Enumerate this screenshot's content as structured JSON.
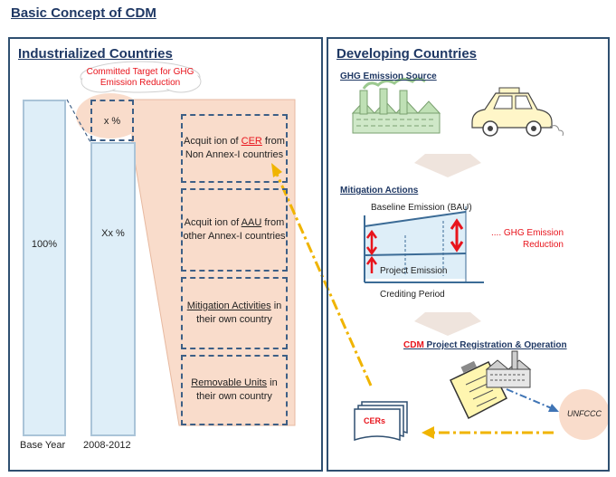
{
  "title": "Basic Concept of CDM",
  "left_panel": {
    "title": "Industrialized Countries",
    "target_label": "Committed Target for GHG Emission Reduction",
    "base_bar_label": "100%",
    "target_bar_label": "Xx %",
    "reduction_label": "x %",
    "base_year_label": "Base Year",
    "period_label": "2008-2012",
    "options": [
      {
        "pre": "Acquit ion of ",
        "key": "CER",
        "post": " from  Non Annex-I countries"
      },
      {
        "pre": "Acquit ion of  ",
        "key": "AAU",
        "post": " from other Annex-I countries"
      },
      {
        "pre": "",
        "key": "Mitigation Activities",
        "post": " in their own country"
      },
      {
        "pre": "",
        "key": "Removable Units",
        "post": " in their own country"
      }
    ]
  },
  "right_panel": {
    "title": "Developing Countries",
    "ghg_source_title": "GHG Emission Source",
    "mitigation_title": "Mitigation Actions",
    "baseline_label": "Baseline Emission (BAU)",
    "reduction_label": ".... GHG Emission Reduction",
    "project_emission_label": "Project Emission",
    "crediting_label": "Crediting Period",
    "registration_title_red": "CDM",
    "registration_title_rest": " Project Registration & Operation",
    "cers_label": "CERs",
    "unfccc_label": "UNFCCC"
  },
  "colors": {
    "heading": "#1f3864",
    "accent_red": "#e8141c",
    "arrow_yellow": "#f0b400",
    "bar_fill": "#deeef8",
    "callout_fill": "#f9dccb",
    "panel_border": "#2f4f70"
  }
}
